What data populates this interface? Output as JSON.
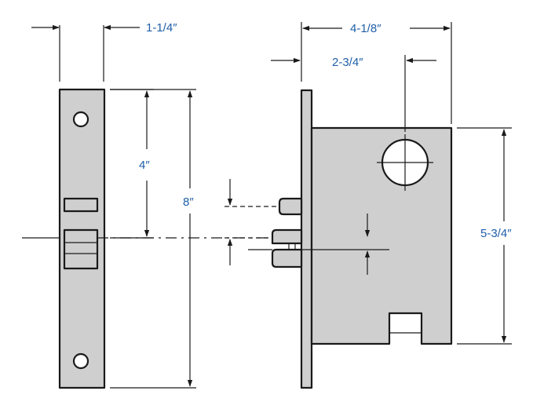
{
  "dimensions": {
    "faceplate_width": "1-1/4″",
    "case_width": "4-1/8″",
    "backset": "2-3/4″",
    "hub_to_latch": "4″",
    "faceplate_height": "8″",
    "case_height": "5-3/4″"
  },
  "colors": {
    "part_fill": "#cfcfcf",
    "outline": "#1a1a1a",
    "dimension_text": "#1f5fa8"
  }
}
